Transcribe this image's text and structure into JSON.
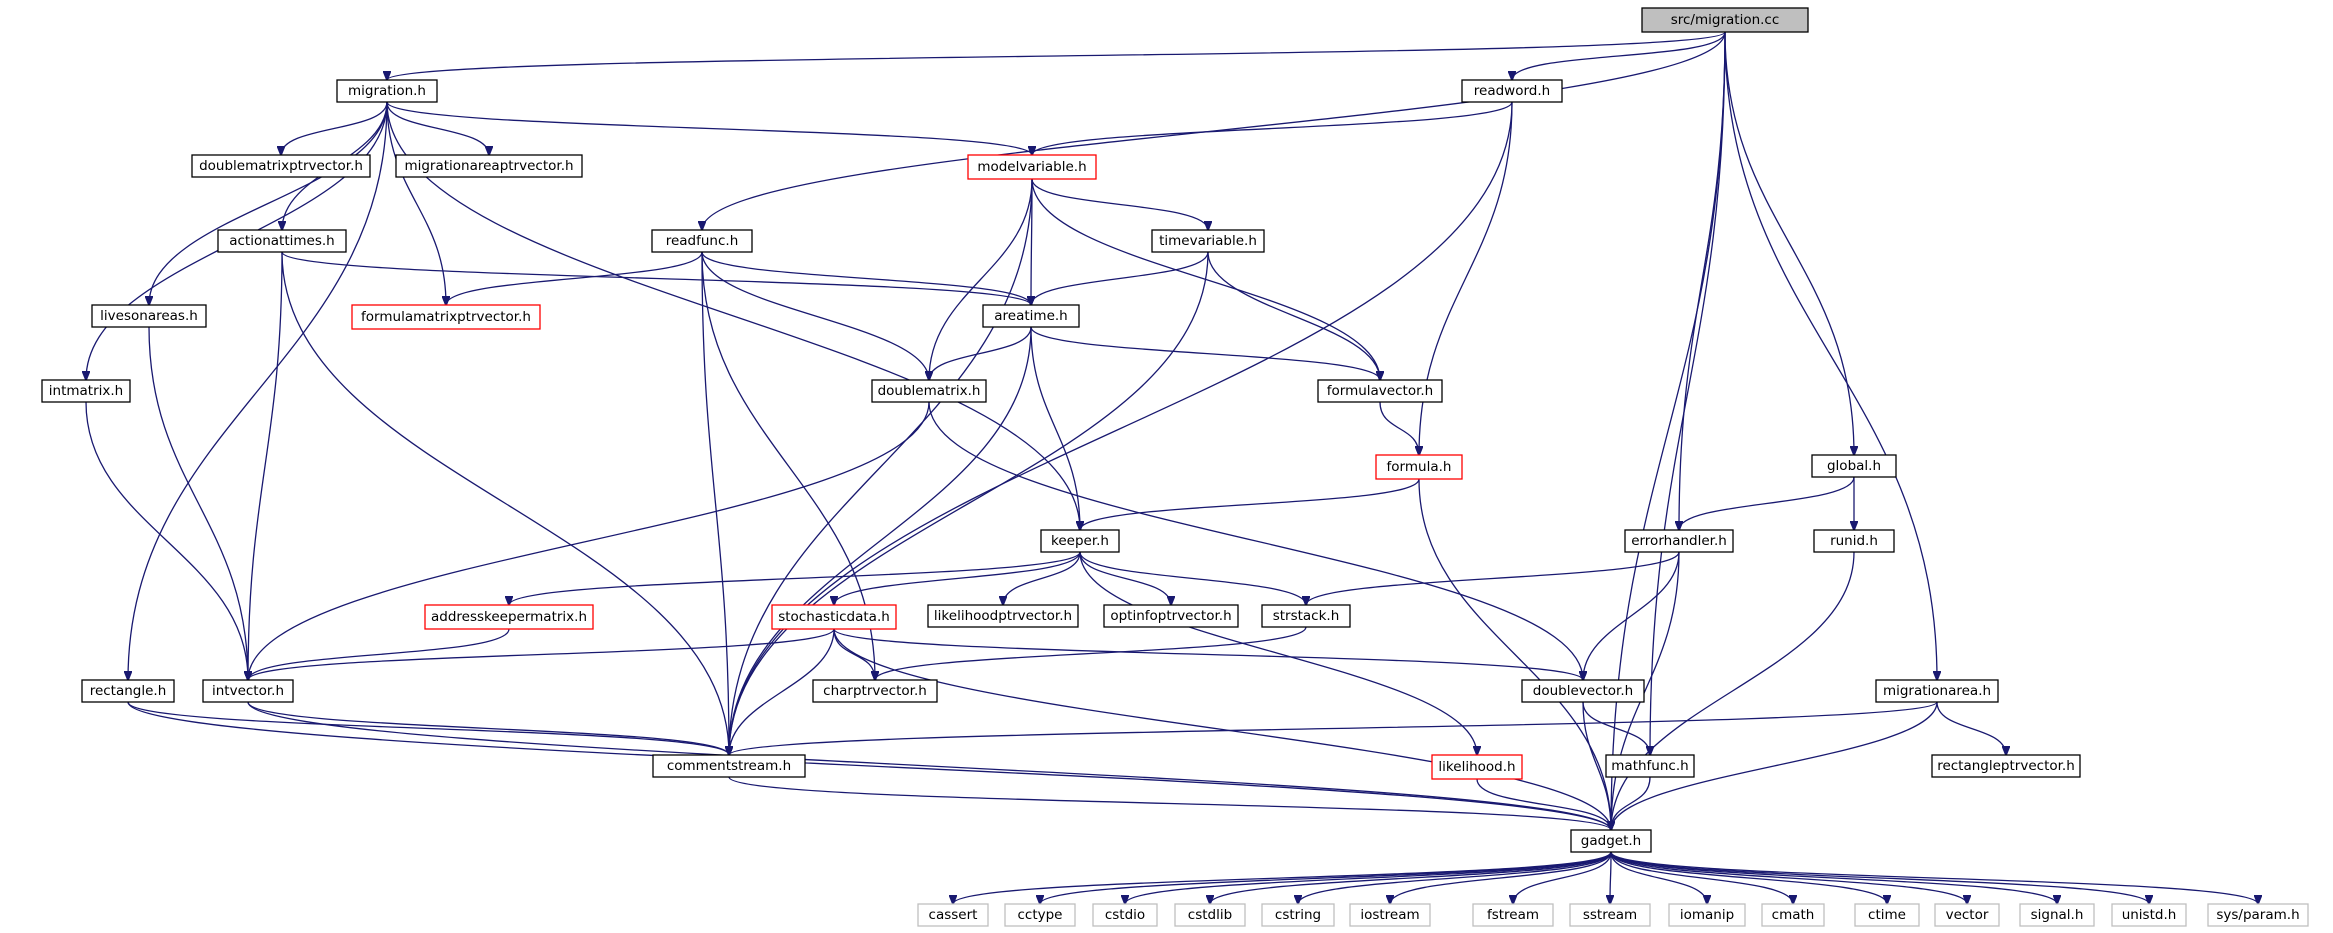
{
  "colors": {
    "edge": "#191970",
    "box_border": "#000000",
    "box_border_incomplete": "#ff0000",
    "box_border_system": "#bfbfbf",
    "root_fill": "#bfbfbf",
    "box_fill": "#ffffff"
  },
  "nodes": [
    {
      "id": "root",
      "label": "src/migration.cc",
      "kind": "root"
    },
    {
      "id": "migration_h",
      "label": "migration.h",
      "kind": "normal"
    },
    {
      "id": "readword_h",
      "label": "readword.h",
      "kind": "normal"
    },
    {
      "id": "doublematrixptrvector_h",
      "label": "doublematrixptrvector.h",
      "kind": "normal"
    },
    {
      "id": "migrationareaptrvector_h",
      "label": "migrationareaptrvector.h",
      "kind": "normal"
    },
    {
      "id": "modelvariable_h",
      "label": "modelvariable.h",
      "kind": "incomplete"
    },
    {
      "id": "actionattimes_h",
      "label": "actionattimes.h",
      "kind": "normal"
    },
    {
      "id": "readfunc_h",
      "label": "readfunc.h",
      "kind": "normal"
    },
    {
      "id": "timevariable_h",
      "label": "timevariable.h",
      "kind": "normal"
    },
    {
      "id": "livesonareas_h",
      "label": "livesonareas.h",
      "kind": "normal"
    },
    {
      "id": "formulamatrixptrvector_h",
      "label": "formulamatrixptrvector.h",
      "kind": "incomplete"
    },
    {
      "id": "areatime_h",
      "label": "areatime.h",
      "kind": "normal"
    },
    {
      "id": "intmatrix_h",
      "label": "intmatrix.h",
      "kind": "normal"
    },
    {
      "id": "doublematrix_h",
      "label": "doublematrix.h",
      "kind": "normal"
    },
    {
      "id": "formulavector_h",
      "label": "formulavector.h",
      "kind": "normal"
    },
    {
      "id": "formula_h",
      "label": "formula.h",
      "kind": "incomplete"
    },
    {
      "id": "global_h",
      "label": "global.h",
      "kind": "normal"
    },
    {
      "id": "keeper_h",
      "label": "keeper.h",
      "kind": "normal"
    },
    {
      "id": "errorhandler_h",
      "label": "errorhandler.h",
      "kind": "normal"
    },
    {
      "id": "runid_h",
      "label": "runid.h",
      "kind": "normal"
    },
    {
      "id": "addresskeepermatrix_h",
      "label": "addresskeepermatrix.h",
      "kind": "incomplete"
    },
    {
      "id": "stochasticdata_h",
      "label": "stochasticdata.h",
      "kind": "incomplete"
    },
    {
      "id": "likelihoodptrvector_h",
      "label": "likelihoodptrvector.h",
      "kind": "normal"
    },
    {
      "id": "optinfoptrvector_h",
      "label": "optinfoptrvector.h",
      "kind": "normal"
    },
    {
      "id": "strstack_h",
      "label": "strstack.h",
      "kind": "normal"
    },
    {
      "id": "rectangle_h",
      "label": "rectangle.h",
      "kind": "normal"
    },
    {
      "id": "intvector_h",
      "label": "intvector.h",
      "kind": "normal"
    },
    {
      "id": "charptrvector_h",
      "label": "charptrvector.h",
      "kind": "normal"
    },
    {
      "id": "doublevector_h",
      "label": "doublevector.h",
      "kind": "normal"
    },
    {
      "id": "migrationarea_h",
      "label": "migrationarea.h",
      "kind": "normal"
    },
    {
      "id": "commentstream_h",
      "label": "commentstream.h",
      "kind": "normal"
    },
    {
      "id": "likelihood_h",
      "label": "likelihood.h",
      "kind": "incomplete"
    },
    {
      "id": "mathfunc_h",
      "label": "mathfunc.h",
      "kind": "normal"
    },
    {
      "id": "rectangleptrvector_h",
      "label": "rectangleptrvector.h",
      "kind": "normal"
    },
    {
      "id": "gadget_h",
      "label": "gadget.h",
      "kind": "normal"
    },
    {
      "id": "cassert",
      "label": "cassert",
      "kind": "system"
    },
    {
      "id": "cctype",
      "label": "cctype",
      "kind": "system"
    },
    {
      "id": "cstdio",
      "label": "cstdio",
      "kind": "system"
    },
    {
      "id": "cstdlib",
      "label": "cstdlib",
      "kind": "system"
    },
    {
      "id": "cstring",
      "label": "cstring",
      "kind": "system"
    },
    {
      "id": "iostream",
      "label": "iostream",
      "kind": "system"
    },
    {
      "id": "fstream",
      "label": "fstream",
      "kind": "system"
    },
    {
      "id": "sstream",
      "label": "sstream",
      "kind": "system"
    },
    {
      "id": "iomanip",
      "label": "iomanip",
      "kind": "system"
    },
    {
      "id": "cmath",
      "label": "cmath",
      "kind": "system"
    },
    {
      "id": "ctime",
      "label": "ctime",
      "kind": "system"
    },
    {
      "id": "vector",
      "label": "vector",
      "kind": "system"
    },
    {
      "id": "signal_h",
      "label": "signal.h",
      "kind": "system"
    },
    {
      "id": "unistd_h",
      "label": "unistd.h",
      "kind": "system"
    },
    {
      "id": "sys_param_h",
      "label": "sys/param.h",
      "kind": "system"
    }
  ],
  "edges": [
    [
      "root",
      "migration_h"
    ],
    [
      "root",
      "readword_h"
    ],
    [
      "root",
      "readfunc_h"
    ],
    [
      "root",
      "errorhandler_h"
    ],
    [
      "root",
      "mathfunc_h"
    ],
    [
      "root",
      "global_h"
    ],
    [
      "root",
      "migrationarea_h"
    ],
    [
      "root",
      "gadget_h"
    ],
    [
      "migration_h",
      "doublematrixptrvector_h"
    ],
    [
      "migration_h",
      "migrationareaptrvector_h"
    ],
    [
      "migration_h",
      "modelvariable_h"
    ],
    [
      "migration_h",
      "actionattimes_h"
    ],
    [
      "migration_h",
      "livesonareas_h"
    ],
    [
      "migration_h",
      "formulamatrixptrvector_h"
    ],
    [
      "migration_h",
      "intmatrix_h"
    ],
    [
      "migration_h",
      "rectangle_h"
    ],
    [
      "migration_h",
      "keeper_h"
    ],
    [
      "readword_h",
      "modelvariable_h"
    ],
    [
      "readword_h",
      "formula_h"
    ],
    [
      "readword_h",
      "commentstream_h"
    ],
    [
      "modelvariable_h",
      "timevariable_h"
    ],
    [
      "modelvariable_h",
      "areatime_h"
    ],
    [
      "modelvariable_h",
      "doublematrix_h"
    ],
    [
      "modelvariable_h",
      "formulavector_h"
    ],
    [
      "modelvariable_h",
      "commentstream_h"
    ],
    [
      "actionattimes_h",
      "areatime_h"
    ],
    [
      "actionattimes_h",
      "intvector_h"
    ],
    [
      "actionattimes_h",
      "commentstream_h"
    ],
    [
      "readfunc_h",
      "formulamatrixptrvector_h"
    ],
    [
      "readfunc_h",
      "areatime_h"
    ],
    [
      "readfunc_h",
      "doublematrix_h"
    ],
    [
      "readfunc_h",
      "charptrvector_h"
    ],
    [
      "readfunc_h",
      "commentstream_h"
    ],
    [
      "timevariable_h",
      "areatime_h"
    ],
    [
      "timevariable_h",
      "formulavector_h"
    ],
    [
      "timevariable_h",
      "commentstream_h"
    ],
    [
      "livesonareas_h",
      "intvector_h"
    ],
    [
      "areatime_h",
      "doublematrix_h"
    ],
    [
      "areatime_h",
      "formulavector_h"
    ],
    [
      "areatime_h",
      "keeper_h"
    ],
    [
      "areatime_h",
      "commentstream_h"
    ],
    [
      "intmatrix_h",
      "intvector_h"
    ],
    [
      "doublematrix_h",
      "intvector_h"
    ],
    [
      "doublematrix_h",
      "doublevector_h"
    ],
    [
      "formulavector_h",
      "formula_h"
    ],
    [
      "formula_h",
      "keeper_h"
    ],
    [
      "formula_h",
      "gadget_h"
    ],
    [
      "global_h",
      "errorhandler_h"
    ],
    [
      "global_h",
      "runid_h"
    ],
    [
      "keeper_h",
      "addresskeepermatrix_h"
    ],
    [
      "keeper_h",
      "stochasticdata_h"
    ],
    [
      "keeper_h",
      "likelihoodptrvector_h"
    ],
    [
      "keeper_h",
      "optinfoptrvector_h"
    ],
    [
      "keeper_h",
      "strstack_h"
    ],
    [
      "keeper_h",
      "likelihood_h"
    ],
    [
      "errorhandler_h",
      "strstack_h"
    ],
    [
      "errorhandler_h",
      "doublevector_h"
    ],
    [
      "errorhandler_h",
      "gadget_h"
    ],
    [
      "runid_h",
      "gadget_h"
    ],
    [
      "addresskeepermatrix_h",
      "intvector_h"
    ],
    [
      "stochasticdata_h",
      "intvector_h"
    ],
    [
      "stochasticdata_h",
      "charptrvector_h"
    ],
    [
      "stochasticdata_h",
      "doublevector_h"
    ],
    [
      "stochasticdata_h",
      "commentstream_h"
    ],
    [
      "stochasticdata_h",
      "gadget_h"
    ],
    [
      "strstack_h",
      "charptrvector_h"
    ],
    [
      "rectangle_h",
      "commentstream_h"
    ],
    [
      "rectangle_h",
      "gadget_h"
    ],
    [
      "intvector_h",
      "commentstream_h"
    ],
    [
      "intvector_h",
      "gadget_h"
    ],
    [
      "doublevector_h",
      "mathfunc_h"
    ],
    [
      "doublevector_h",
      "gadget_h"
    ],
    [
      "migrationarea_h",
      "commentstream_h"
    ],
    [
      "migrationarea_h",
      "rectangleptrvector_h"
    ],
    [
      "migrationarea_h",
      "gadget_h"
    ],
    [
      "commentstream_h",
      "gadget_h"
    ],
    [
      "likelihood_h",
      "gadget_h"
    ],
    [
      "mathfunc_h",
      "gadget_h"
    ],
    [
      "gadget_h",
      "cassert"
    ],
    [
      "gadget_h",
      "cctype"
    ],
    [
      "gadget_h",
      "cstdio"
    ],
    [
      "gadget_h",
      "cstdlib"
    ],
    [
      "gadget_h",
      "cstring"
    ],
    [
      "gadget_h",
      "iostream"
    ],
    [
      "gadget_h",
      "fstream"
    ],
    [
      "gadget_h",
      "sstream"
    ],
    [
      "gadget_h",
      "iomanip"
    ],
    [
      "gadget_h",
      "cmath"
    ],
    [
      "gadget_h",
      "ctime"
    ],
    [
      "gadget_h",
      "vector"
    ],
    [
      "gadget_h",
      "signal_h"
    ],
    [
      "gadget_h",
      "unistd_h"
    ],
    [
      "gadget_h",
      "sys_param_h"
    ]
  ]
}
